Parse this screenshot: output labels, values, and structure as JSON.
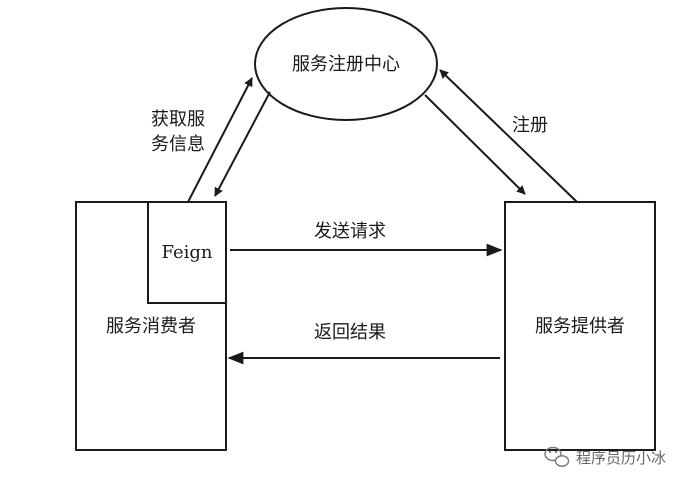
{
  "nodes": {
    "registry": "服务注册中心",
    "consumer": "服务消费者",
    "feign": "Feign",
    "provider": "服务提供者"
  },
  "edges": {
    "get_info_line1": "获取服",
    "get_info_line2": "务信息",
    "register": "注册",
    "send_request": "发送请求",
    "return_result": "返回结果"
  },
  "watermark": {
    "text": "程序员历小冰",
    "icon": "wechat-icon"
  },
  "colors": {
    "stroke": "#1a1a1a",
    "background": "#ffffff",
    "watermark": "#666666"
  }
}
